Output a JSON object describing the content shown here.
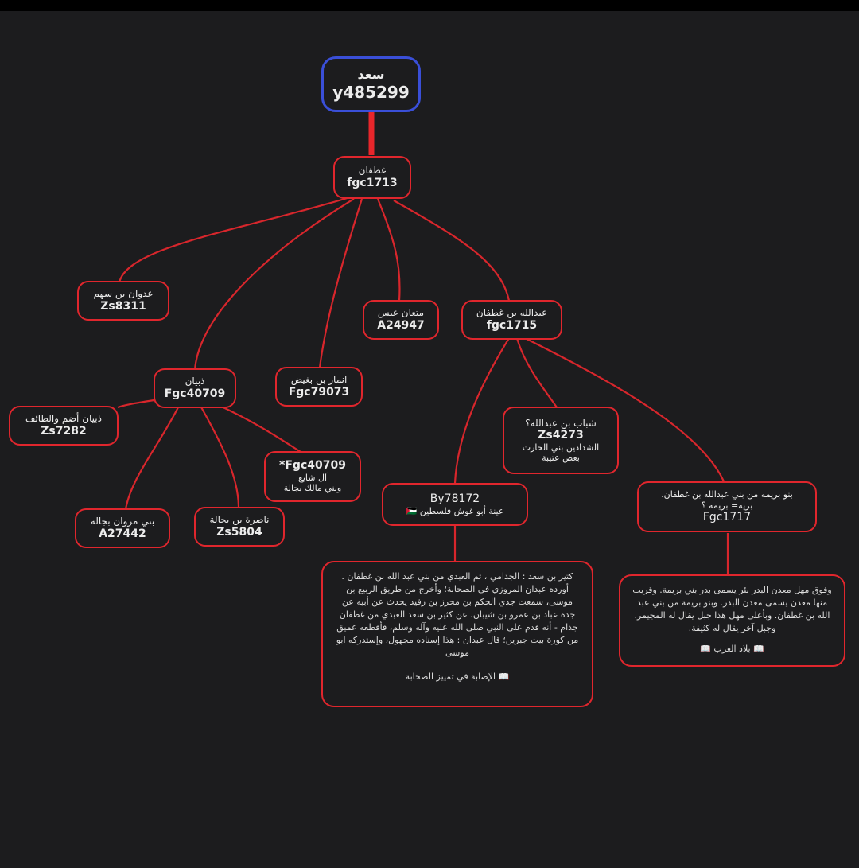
{
  "nodes": {
    "root": {
      "name": "سعد",
      "code": "y485299"
    },
    "ghatafan": {
      "name": "غطفان",
      "code": "fgc1713"
    },
    "adwan": {
      "name": "عدوان بن سهم",
      "code": "Zs8311"
    },
    "thubyan": {
      "name": "ذبيان",
      "code": "Fgc40709"
    },
    "anmar": {
      "name": "انمار بن بغيض",
      "code": "Fgc79073"
    },
    "mutaan": {
      "name": "متعان عبس",
      "code": "A24947"
    },
    "abdullah": {
      "name": "عبدالله بن غطفان",
      "code": "fgc1715"
    },
    "thubyan_adham": {
      "name": "ذبيان أضم والطائف",
      "code": "Zs7282"
    },
    "fgc40709b": {
      "code": "*Fgc40709",
      "line1": "آل شايع",
      "line2": "وبني مالك بجالة"
    },
    "bani_marwan": {
      "name": "بني مروان بجالة",
      "code": "A27442"
    },
    "nasira": {
      "name": "ناصرة بن بجالة",
      "code": "Zs5804"
    },
    "shabab": {
      "name": "شباب بن عبدالله؟",
      "code": "Zs4273",
      "line1": "الشدادين بني الحارث",
      "line2": "بعض عتيبة"
    },
    "by78172": {
      "code": "By78172",
      "line1": "عينة أبو غوش فلسطين",
      "flag": "🇵🇸"
    },
    "bani_burayma": {
      "line1": "بنو بريمه من بني عبدالله بن غطفان.",
      "line2": "بريه= بريمه ؟",
      "code": "Fgc1717"
    }
  },
  "notes": {
    "kathir": {
      "text": "كثير بن سعد : الجذامي ، ثم العبدي من بني عبد الله بن غطفان . أورده عبدان المروزي في الصحابة؛ وأخرج من طريق الربيع بن موسى، سمعت جدي الحكم بن محرز بن رفيد يحدث عن أبيه عن جده عباد بن عمرو بن شيبان، عن كثير بن سعد العبدي من غطفان جذام - أنه قدم على النبي صلى الله عليه وآله وسلم، فأقطعه عميق من كورة بيت جبرين؛ قال عبدان : هذا إسناده مجهول، وإستدركه ابو موسى",
      "source": "📖 الإصابة في تمييز الصحابة"
    },
    "fawq": {
      "text": "وفوق مهل معدن البدر بئر يسمى بدر بني بريمة. وقريب منها معدن يسمى معدن البدر. وبنو بريمة من بني عبد الله بن غطفان. وبأعلى مهل هذا جبل يقال له المجيمر. وجبل آخر يقال له كثيفة.",
      "source": "📖 بلاد العرب 📖"
    }
  }
}
